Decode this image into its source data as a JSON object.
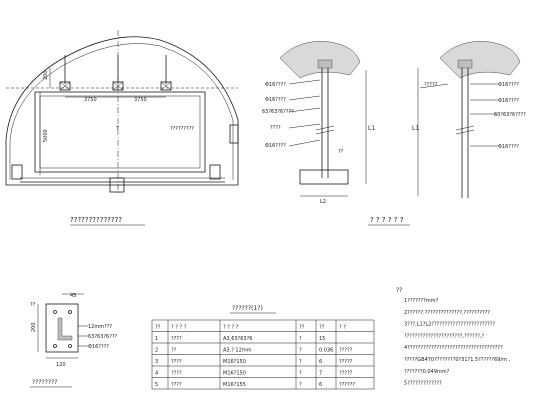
{
  "tunnel_section": {
    "dim_200": "200",
    "dim_3750_left": "3750",
    "dim_3750_right": "3750",
    "dim_5000": "5000",
    "arrow_label": "↑",
    "label_right": "?????????",
    "caption": "??????????????"
  },
  "detail_a": {
    "labels": [
      "Φ16????",
      "Φ16????",
      "63?63?6????",
      "????",
      "Φ16????",
      "??"
    ],
    "dim_l1": "L1",
    "dim_l2": "L2"
  },
  "detail_b": {
    "labels": [
      "?????",
      "Φ16????",
      "Φ16????",
      "63?63?6????",
      "Φ16????"
    ],
    "dim_l1": "L1"
  },
  "detail_caption": "? ? ? ? ? ?",
  "angle_detail": {
    "top_label": "??",
    "dim_45": "45",
    "dim_200": "200",
    "dim_120": "120",
    "labels": [
      "12mm???",
      "63?63?6???",
      "Φ16????"
    ],
    "caption": "????????"
  },
  "table": {
    "title": "??????(1?)",
    "headers": [
      "??",
      "? ? ? ?",
      "? ? ? ?",
      "??",
      "??",
      "?   ?"
    ],
    "rows": [
      [
        "1",
        "????",
        "A3,63?63?6",
        "?",
        "15",
        ""
      ],
      [
        "2",
        "??",
        "A3,? 12mm",
        "?",
        "0.036",
        "?????"
      ],
      [
        "3",
        "????",
        "M16?150",
        "?",
        "6",
        "?????"
      ],
      [
        "4",
        "????",
        "M16?150",
        "?",
        "7",
        "?????"
      ],
      [
        "5",
        "????",
        "M16?155",
        "?",
        "6",
        "??????"
      ]
    ]
  },
  "notes": {
    "title": "??",
    "lines": [
      "1???????mm?",
      "2??????,??????????????,??????????",
      "3???,L1?L2????????????????????????",
      "??????????????????????,??????,?",
      "4????????????????????????????????????",
      "?????GB470????????0?31?1.5??????69/m ,",
      "???????0.049mm?",
      "5?????????????"
    ]
  }
}
